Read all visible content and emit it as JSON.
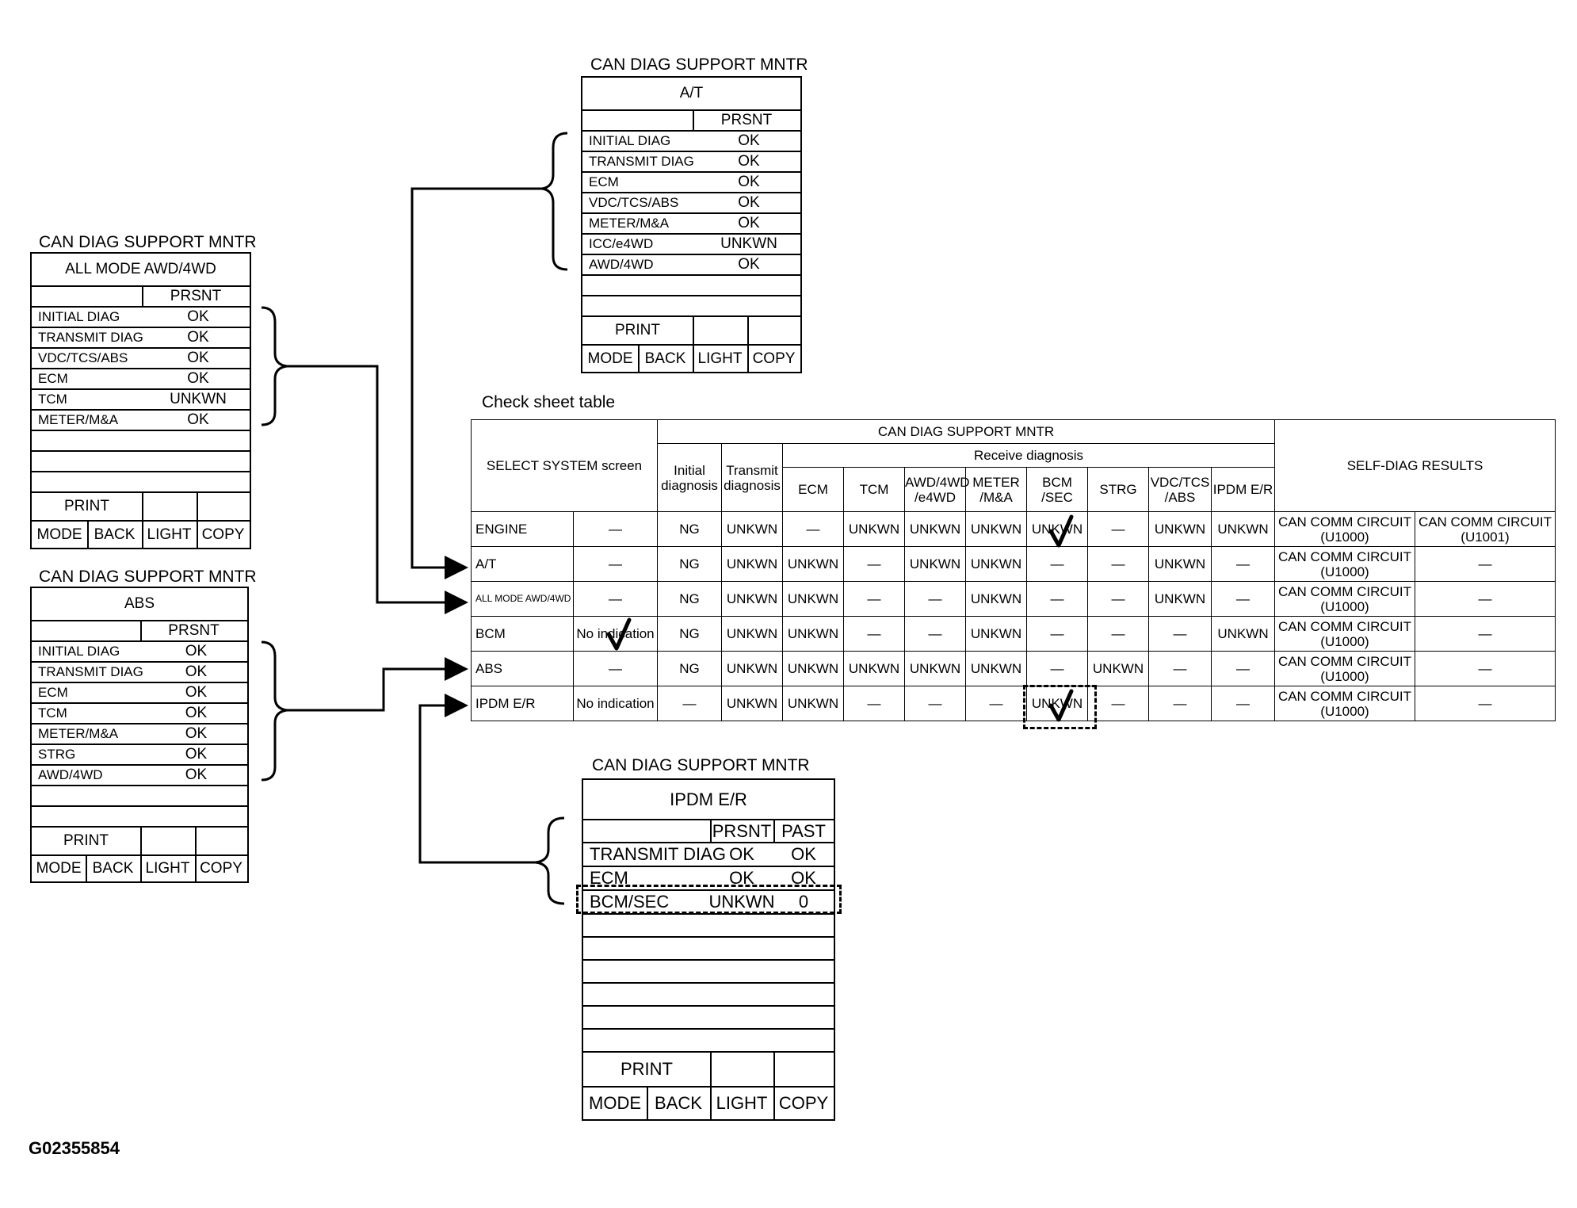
{
  "panel_at": {
    "title": "CAN DIAG SUPPORT MNTR",
    "header": "A/T",
    "col_present": "PRSNT",
    "rows": [
      {
        "label": "INITIAL DIAG",
        "present": "OK"
      },
      {
        "label": "TRANSMIT DIAG",
        "present": "OK"
      },
      {
        "label": "ECM",
        "present": "OK"
      },
      {
        "label": "VDC/TCS/ABS",
        "present": "OK"
      },
      {
        "label": "METER/M&A",
        "present": "OK"
      },
      {
        "label": "ICC/e4WD",
        "present": "UNKWN"
      },
      {
        "label": "AWD/4WD",
        "present": "OK"
      }
    ],
    "buttons": {
      "print": "PRINT",
      "mode": "MODE",
      "back": "BACK",
      "light": "LIGHT",
      "copy": "COPY"
    }
  },
  "panel_awd": {
    "title": "CAN DIAG SUPPORT MNTR",
    "header": "ALL MODE AWD/4WD",
    "col_present": "PRSNT",
    "rows": [
      {
        "label": "INITIAL DIAG",
        "present": "OK"
      },
      {
        "label": "TRANSMIT DIAG",
        "present": "OK"
      },
      {
        "label": "VDC/TCS/ABS",
        "present": "OK"
      },
      {
        "label": "ECM",
        "present": "OK"
      },
      {
        "label": "TCM",
        "present": "UNKWN"
      },
      {
        "label": "METER/M&A",
        "present": "OK"
      }
    ],
    "buttons": {
      "print": "PRINT",
      "mode": "MODE",
      "back": "BACK",
      "light": "LIGHT",
      "copy": "COPY"
    }
  },
  "panel_abs": {
    "title": "CAN DIAG SUPPORT MNTR",
    "header": "ABS",
    "col_present": "PRSNT",
    "rows": [
      {
        "label": "INITIAL DIAG",
        "present": "OK"
      },
      {
        "label": "TRANSMIT DIAG",
        "present": "OK"
      },
      {
        "label": "ECM",
        "present": "OK"
      },
      {
        "label": "TCM",
        "present": "OK"
      },
      {
        "label": "METER/M&A",
        "present": "OK"
      },
      {
        "label": "STRG",
        "present": "OK"
      },
      {
        "label": "AWD/4WD",
        "present": "OK"
      }
    ],
    "buttons": {
      "print": "PRINT",
      "mode": "MODE",
      "back": "BACK",
      "light": "LIGHT",
      "copy": "COPY"
    }
  },
  "panel_ipdm": {
    "title": "CAN DIAG SUPPORT MNTR",
    "header": "IPDM E/R",
    "col_present": "PRSNT",
    "col_past": "PAST",
    "rows": [
      {
        "label": "TRANSMIT DIAG",
        "present": "OK",
        "past": "OK"
      },
      {
        "label": "ECM",
        "present": "OK",
        "past": "OK"
      },
      {
        "label": "BCM/SEC",
        "present": "UNKWN",
        "past": "0"
      }
    ],
    "buttons": {
      "print": "PRINT",
      "mode": "MODE",
      "back": "BACK",
      "light": "LIGHT",
      "copy": "COPY"
    }
  },
  "check_sheet": {
    "caption": "Check sheet table",
    "hdr_select": "SELECT SYSTEM screen",
    "hdr_can": "CAN DIAG SUPPORT MNTR",
    "hdr_initial": "Initial diagnosis",
    "hdr_transmit": "Transmit diagnosis",
    "hdr_receive": "Receive diagnosis",
    "hdr_selfdiag": "SELF-DIAG RESULTS",
    "receive_cols": [
      "ECM",
      "TCM",
      "AWD/4WD /e4WD",
      "METER /M&A",
      "BCM /SEC",
      "STRG",
      "VDC/TCS /ABS",
      "IPDM E/R"
    ],
    "rows": [
      {
        "system": "ENGINE",
        "select": "—",
        "initial": "NG",
        "transmit": "UNKWN",
        "receive": [
          "—",
          "UNKWN",
          "UNKWN",
          "UNKWN",
          "UNKWN",
          "—",
          "UNKWN",
          "UNKWN"
        ],
        "self1": "CAN COMM CIRCUIT (U1000)",
        "self2": "CAN COMM CIRCUIT (U1001)"
      },
      {
        "system": "A/T",
        "select": "—",
        "initial": "NG",
        "transmit": "UNKWN",
        "receive": [
          "UNKWN",
          "—",
          "UNKWN",
          "UNKWN",
          "—",
          "—",
          "UNKWN",
          "—"
        ],
        "self1": "CAN COMM CIRCUIT (U1000)",
        "self2": "—"
      },
      {
        "system": "ALL MODE AWD/4WD",
        "select": "—",
        "initial": "NG",
        "transmit": "UNKWN",
        "receive": [
          "UNKWN",
          "—",
          "—",
          "UNKWN",
          "—",
          "—",
          "UNKWN",
          "—"
        ],
        "self1": "CAN COMM CIRCUIT (U1000)",
        "self2": "—"
      },
      {
        "system": "BCM",
        "select": "No indication",
        "initial": "NG",
        "transmit": "UNKWN",
        "receive": [
          "UNKWN",
          "—",
          "—",
          "UNKWN",
          "—",
          "—",
          "—",
          "UNKWN"
        ],
        "self1": "CAN COMM CIRCUIT (U1000)",
        "self2": "—"
      },
      {
        "system": "ABS",
        "select": "—",
        "initial": "NG",
        "transmit": "UNKWN",
        "receive": [
          "UNKWN",
          "UNKWN",
          "UNKWN",
          "UNKWN",
          "—",
          "UNKWN",
          "—",
          "—"
        ],
        "self1": "CAN COMM CIRCUIT (U1000)",
        "self2": "—"
      },
      {
        "system": "IPDM E/R",
        "select": "No indication",
        "initial": "—",
        "transmit": "UNKWN",
        "receive": [
          "UNKWN",
          "—",
          "—",
          "—",
          "UNKWN",
          "—",
          "—",
          "—"
        ],
        "self1": "CAN COMM CIRCUIT (U1000)",
        "self2": "—"
      }
    ]
  },
  "figure_code": "G02355854"
}
